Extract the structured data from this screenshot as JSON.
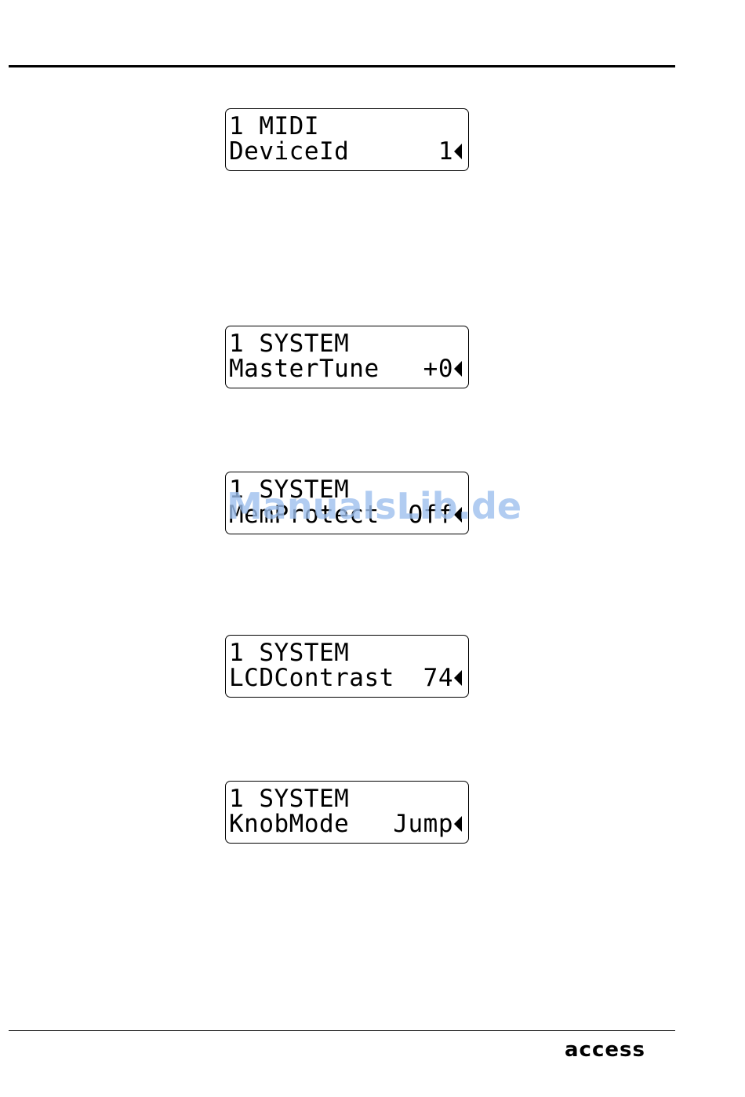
{
  "displays": [
    {
      "menu": "1 MIDI",
      "param": "DeviceId",
      "value": "1",
      "cursor_icon": "left-triangle-cursor-icon"
    },
    {
      "menu": "1 SYSTEM",
      "param": "MasterTune",
      "value": "+0",
      "cursor_icon": "left-triangle-cursor-icon"
    },
    {
      "menu": "1 SYSTEM",
      "param": "MemProtect",
      "value": "Off",
      "cursor_icon": "left-triangle-cursor-icon"
    },
    {
      "menu": "1 SYSTEM",
      "param": "LCDContrast",
      "value": "74",
      "cursor_icon": "left-triangle-cursor-icon"
    },
    {
      "menu": "1 SYSTEM",
      "param": "KnobMode",
      "value": "Jump",
      "cursor_icon": "left-triangle-cursor-icon"
    }
  ],
  "watermark": "ManualsLib.de",
  "footer": {
    "brand": "access"
  },
  "colors": {
    "text": "#000000",
    "watermark": "#9ec0ee",
    "background": "#ffffff"
  }
}
